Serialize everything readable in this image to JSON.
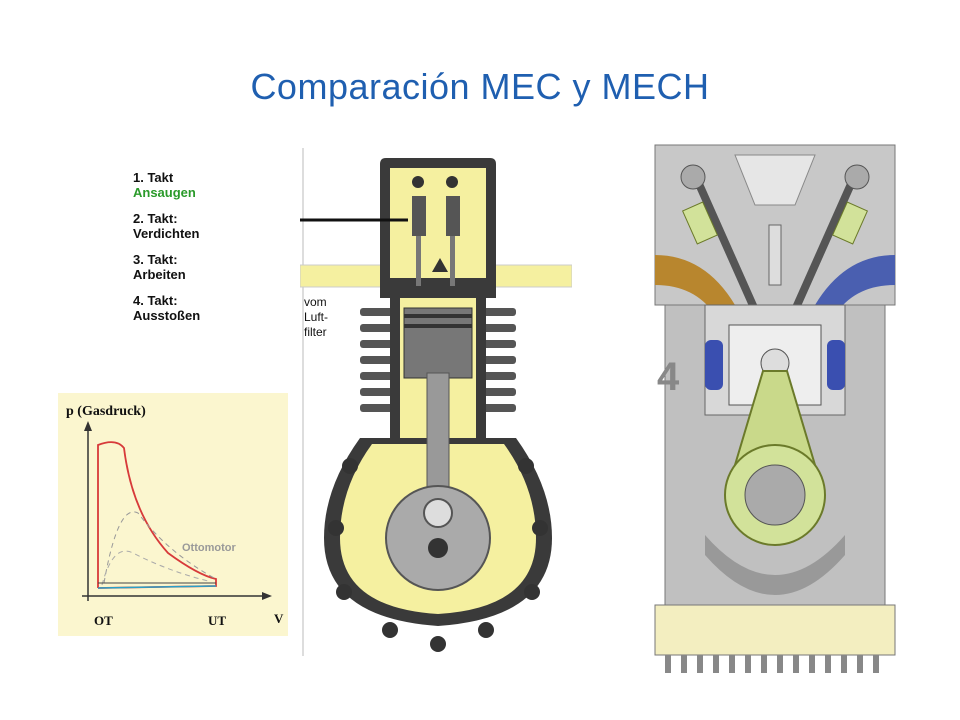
{
  "title": "Comparación  MEC y MECH",
  "strokes": [
    {
      "label": "1. Takt",
      "sub": "Ansaugen",
      "sub_color": "#2a9a2a"
    },
    {
      "label": "2. Takt:",
      "sub": "Verdichten"
    },
    {
      "label": "3. Takt:",
      "sub": "Arbeiten"
    },
    {
      "label": "4. Takt:",
      "sub": "Ausstoßen"
    }
  ],
  "pv_diagram": {
    "ylabel": "p (Gasdruck)",
    "xlabel": "V",
    "x_left": "OT",
    "x_right": "UT",
    "curve_label": "Ottomotor",
    "background": "#fbf6cf"
  },
  "left_engine": {
    "label": "vom\nLuft-\nfilter",
    "label_lines": [
      "vom",
      "Luft-",
      "filter"
    ],
    "yellow": "#f5f0a0"
  },
  "right_engine": {
    "step_number": "4"
  }
}
